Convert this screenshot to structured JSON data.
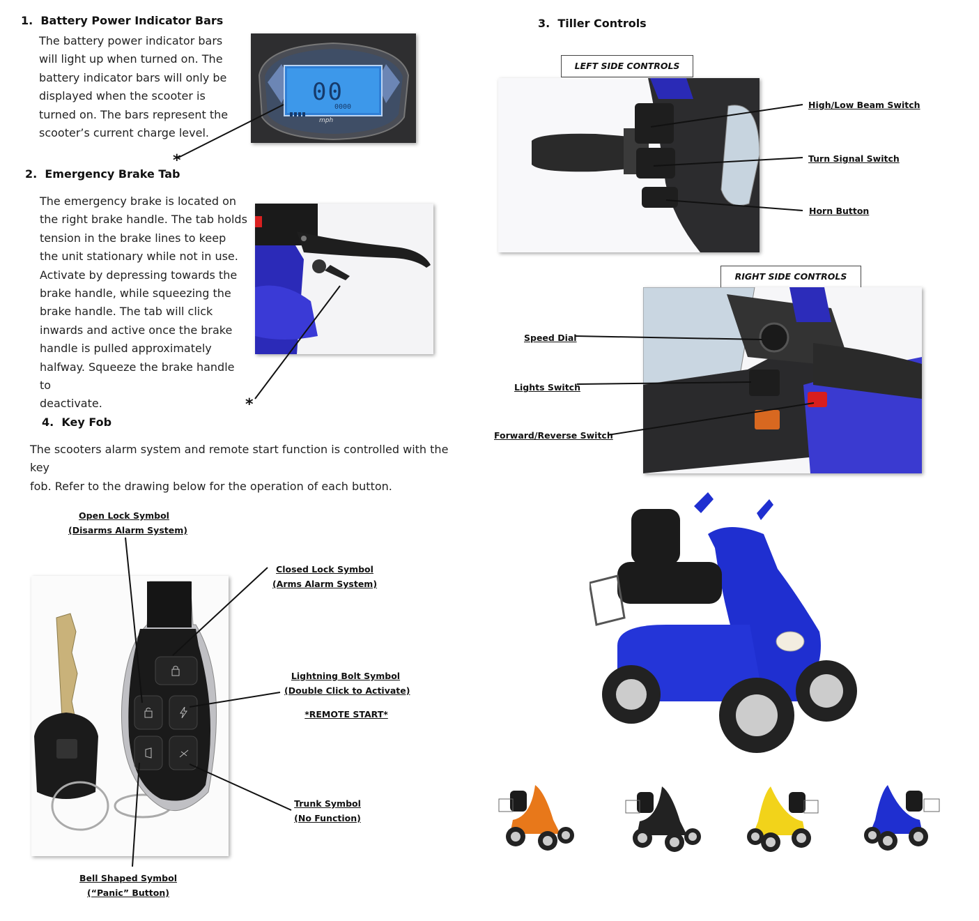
{
  "sections": {
    "battery": {
      "number": "1.",
      "title": "Battery Power Indicator Bars",
      "lines": [
        "The battery power indicator bars",
        "will light up when turned on. The",
        "battery indicator bars will only be",
        "displayed when the scooter is",
        "turned on. The bars represent the",
        "scooter’s current charge level."
      ],
      "display": {
        "speed": "00",
        "unit": "mph",
        "odo": "0000"
      }
    },
    "brake": {
      "number": "2.",
      "title": "Emergency Brake Tab",
      "lines": [
        "The emergency brake is located on",
        "the right brake handle. The tab holds",
        "tension in the brake lines to keep",
        "the unit stationary while not in use.",
        "Activate by depressing towards the",
        "brake handle, while squeezing the",
        "brake handle. The tab will click",
        "inwards and active once the brake",
        "handle is pulled approximately",
        "halfway. Squeeze the brake handle to",
        "deactivate."
      ]
    },
    "tiller": {
      "number": "3.",
      "title": "Tiller Controls",
      "left_tag": "LEFT SIDE CONTROLS",
      "right_tag": "RIGHT SIDE CONTROLS",
      "left_labels": [
        "High/Low Beam Switch",
        "Turn Signal Switch",
        "Horn Button"
      ],
      "right_labels": [
        "Speed Dial",
        "Lights Switch",
        "Forward/Reverse Switch"
      ]
    },
    "keyfob": {
      "number": "4.",
      "title": "Key Fob",
      "lines": [
        "The scooters alarm system and remote start function is controlled with the key",
        "fob. Refer to the drawing below for the operation of each button."
      ],
      "open_lock": [
        "Open Lock Symbol",
        "(Disarms Alarm System)"
      ],
      "closed_lock": [
        "Closed Lock Symbol",
        "(Arms Alarm System)"
      ],
      "lightning": [
        "Lightning Bolt Symbol",
        "(Double Click to Activate)"
      ],
      "remote_start": "*REMOTE START*",
      "trunk": [
        "Trunk Symbol",
        "(No Function)"
      ],
      "bell": [
        "Bell Shaped Symbol",
        "(“Panic” Button)"
      ]
    }
  },
  "colors": {
    "scooter_blue": "#1f2fd0",
    "orange": "#e8781a",
    "black": "#222222",
    "yellow": "#f2d31a"
  },
  "star": "*"
}
